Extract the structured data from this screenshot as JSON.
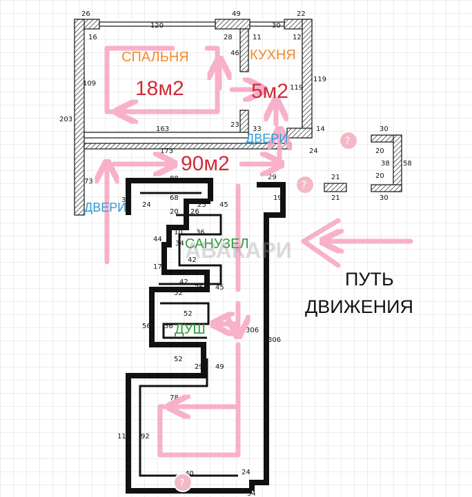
{
  "rooms": {
    "bedroom": "СПАЛЬНЯ",
    "kitchen": "КУХНЯ",
    "bathroom": "САНУЗЕЛ",
    "shower": "ДУШ"
  },
  "areas": {
    "bedroom": "18м2",
    "kitchen": "5м2",
    "corridor": "90м2"
  },
  "doors": {
    "upper": "ДВЕРИ",
    "lower": "ДВЕРИ"
  },
  "path_note": {
    "line1": "ПУТЬ",
    "line2": "ДВИЖЕНИЯ"
  },
  "watermark": "АВАКАРИ",
  "unknown_marker": "?",
  "dimensions": {
    "top_left": "26",
    "top_width": "120",
    "top_mid": "49",
    "top_right": "22",
    "k_top": "30",
    "bed_inner_left": "16",
    "bed_inner_right": "28",
    "k_inner_left": "11",
    "k_inner_right": "12",
    "bed_side": "46",
    "bed_height": "109",
    "k_height_outer": "119",
    "k_height_inner": "119",
    "total_height": "203",
    "k_wall": "33",
    "bed_bottom_right": "23",
    "bed_bottom": "163",
    "k_right": "14",
    "k_bottom": "24",
    "corr_top": "173",
    "corr_left": "73",
    "entry": "34",
    "z_top_outer": "88",
    "z_top_inner": "68",
    "z_left": "24",
    "z_a": "20",
    "z_b": "26",
    "z_c": "25",
    "z_d": "45",
    "z_e": "10",
    "z_f": "36",
    "z_g": "44",
    "z_h": "34",
    "z_i": "42",
    "z_j": "17",
    "z_k": "42",
    "z_l": "25",
    "z_m": "45",
    "z_n": "52",
    "z_o": "52",
    "z_p": "56",
    "z_q": "36",
    "z_r": "52",
    "z_s": "29",
    "z_t": "49",
    "z_u": "78",
    "z_v": "78",
    "z_w": "112",
    "z_x": "92",
    "z_y": "24",
    "z_z": "34",
    "z_aa": "40",
    "long_inner": "306",
    "long_outer": "306",
    "ext_a": "29",
    "ext_b": "19",
    "rb_top": "30",
    "rb_left_a": "20",
    "rb_left_b": "20",
    "rb_in": "38",
    "rb_out": "58",
    "rb_bottom": "30",
    "sm_top": "21",
    "sm_bottom": "21"
  }
}
